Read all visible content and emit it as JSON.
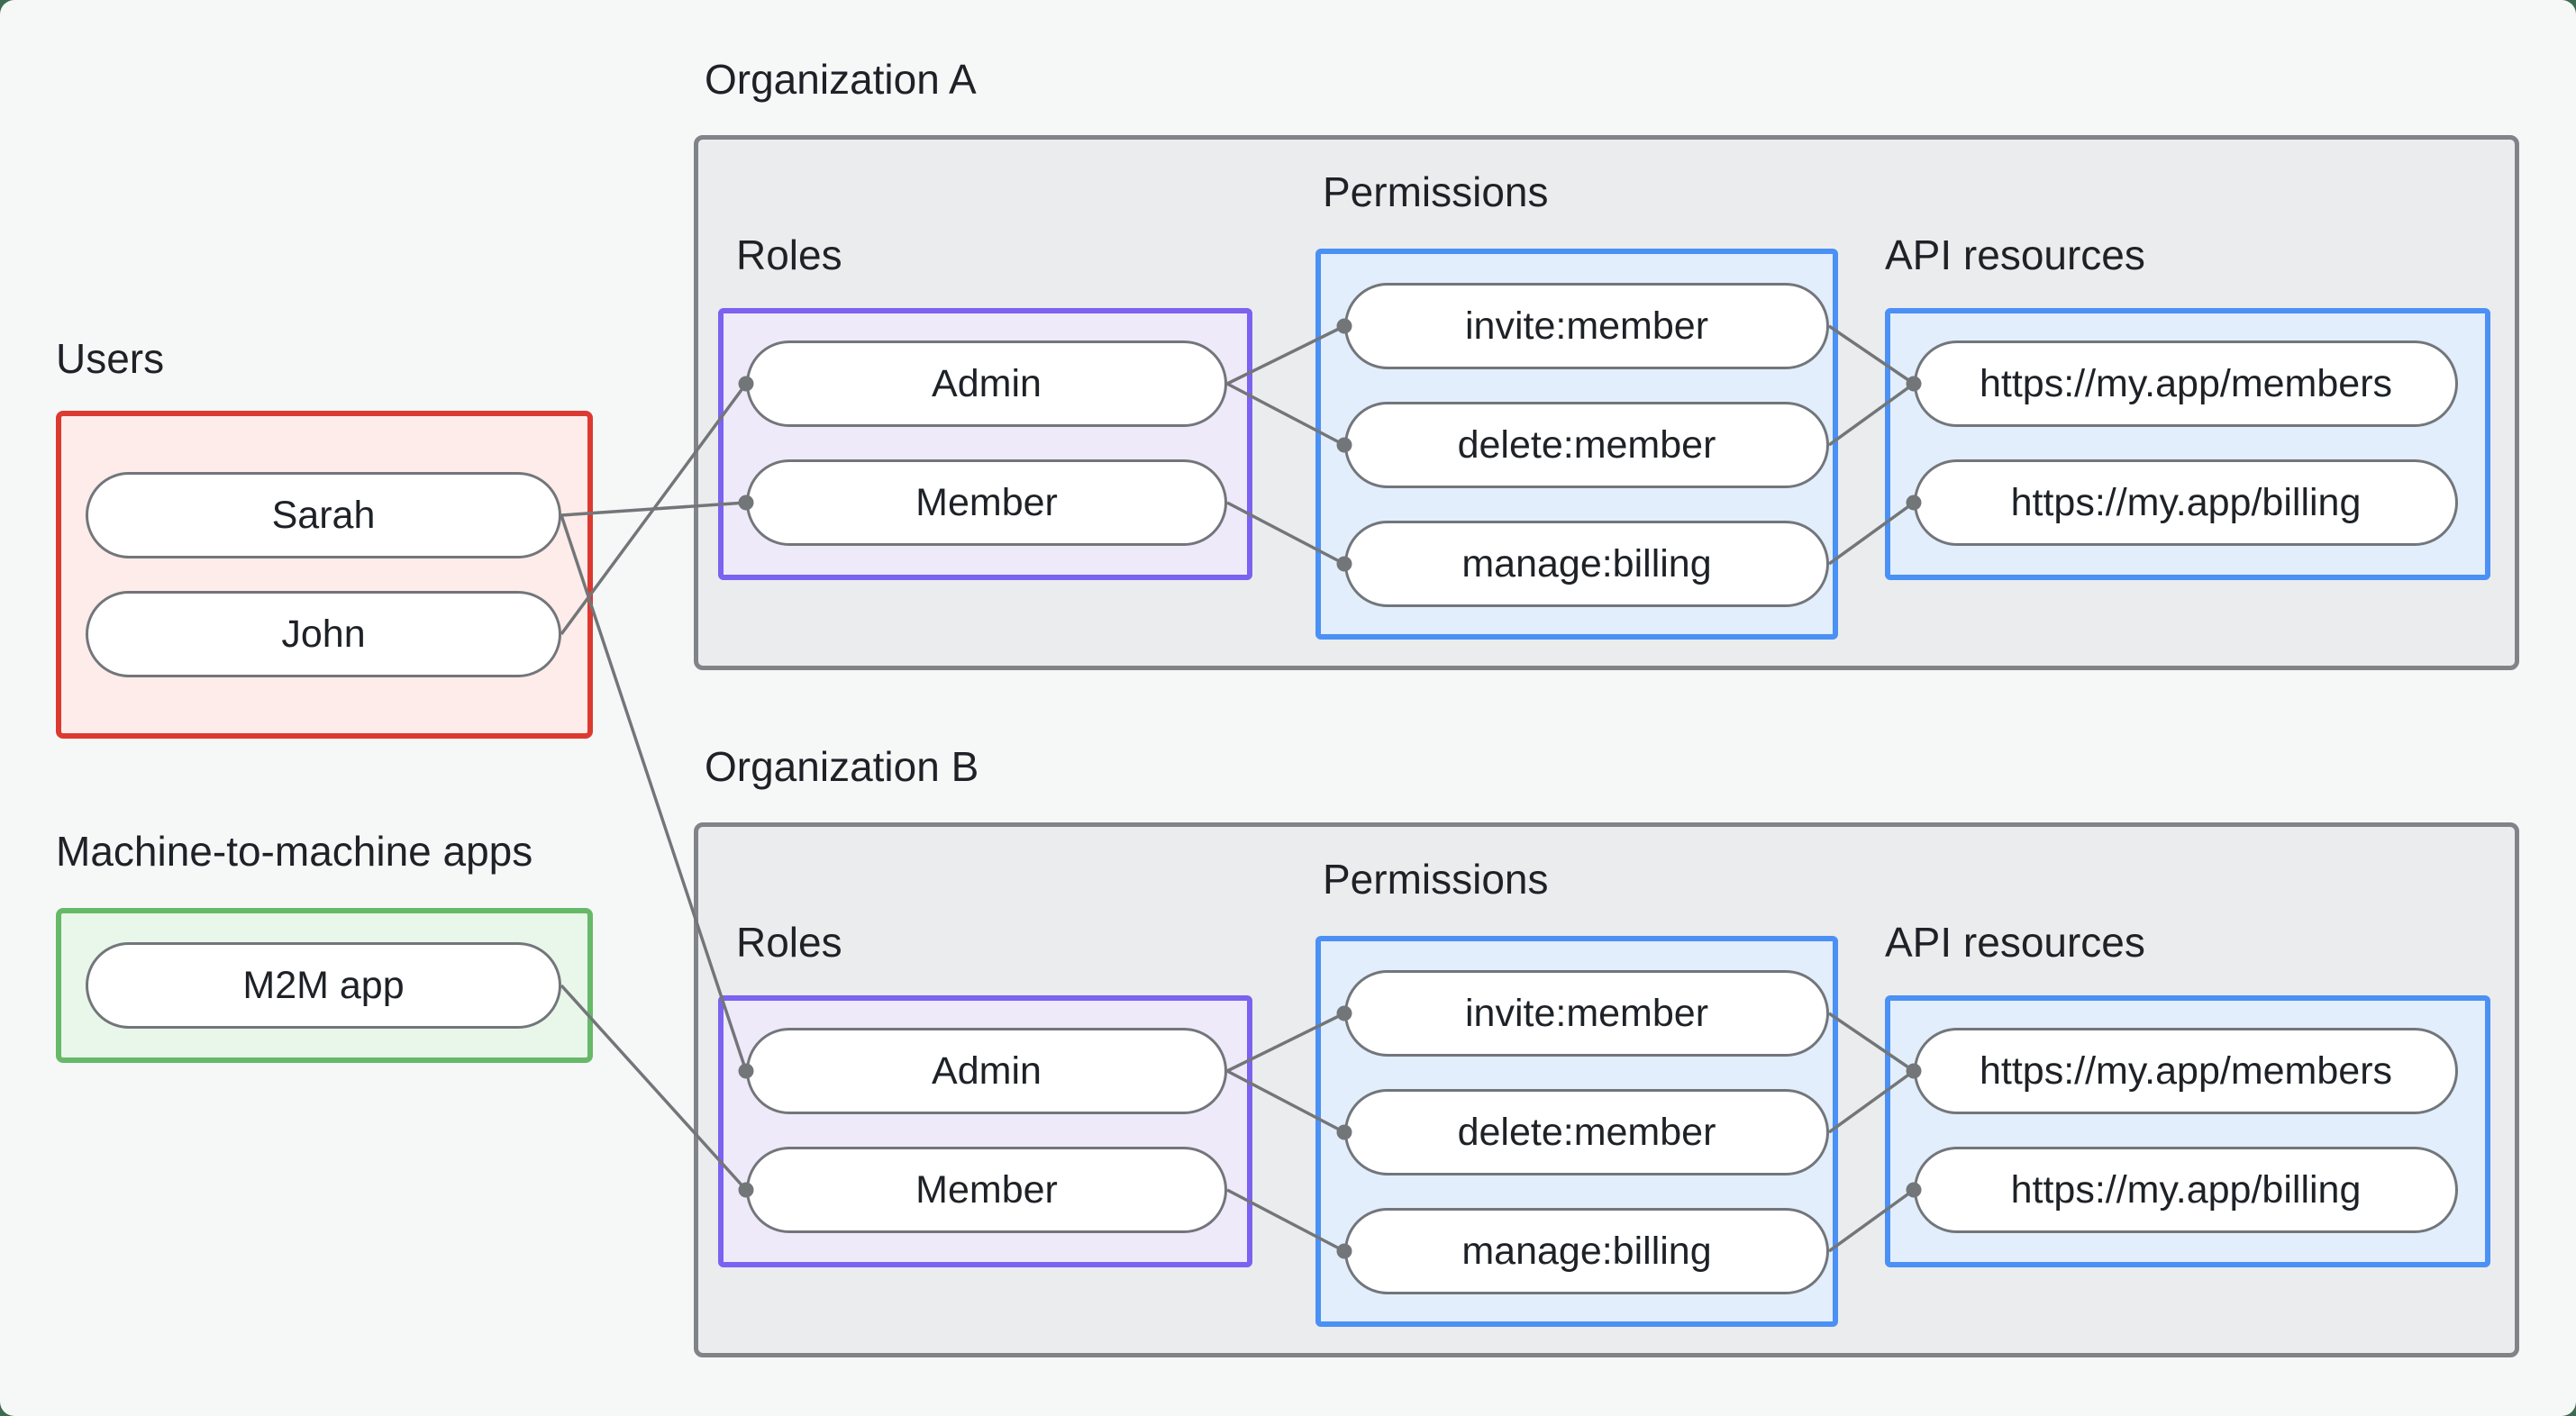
{
  "canvas": {
    "background": "#f6f8f8",
    "backdrop": "#3d6b4f"
  },
  "palette": {
    "users_border": "#dc3a30",
    "users_fill": "#fdece9",
    "m2m_border": "#66b968",
    "m2m_fill": "#e9f6ea",
    "roles_border": "#7c62f0",
    "roles_fill": "#efeafa",
    "blue_border": "#4b90f5",
    "blue_fill": "#e2eefb",
    "org_border": "#808488",
    "org_fill": "#ebeced",
    "connector": "#737679",
    "text": "#1e2227"
  },
  "users_section": {
    "label": "Users",
    "items": [
      {
        "id": "sarah",
        "label": "Sarah"
      },
      {
        "id": "john",
        "label": "John"
      }
    ]
  },
  "m2m_section": {
    "label": "Machine-to-machine apps",
    "items": [
      {
        "id": "m2m-app",
        "label": "M2M app"
      }
    ]
  },
  "organizations": [
    {
      "name": "Organization A",
      "roles": {
        "label": "Roles",
        "items": [
          {
            "id": "orgA-admin",
            "label": "Admin"
          },
          {
            "id": "orgA-member",
            "label": "Member"
          }
        ]
      },
      "permissions": {
        "label": "Permissions",
        "items": [
          {
            "id": "orgA-invite",
            "label": "invite:member"
          },
          {
            "id": "orgA-delete",
            "label": "delete:member"
          },
          {
            "id": "orgA-manage",
            "label": "manage:billing"
          }
        ]
      },
      "api_resources": {
        "label": "API resources",
        "items": [
          {
            "id": "orgA-members-api",
            "label": "https://my.app/members"
          },
          {
            "id": "orgA-billing-api",
            "label": "https://my.app/billing"
          }
        ]
      }
    },
    {
      "name": "Organization B",
      "roles": {
        "label": "Roles",
        "items": [
          {
            "id": "orgB-admin",
            "label": "Admin"
          },
          {
            "id": "orgB-member",
            "label": "Member"
          }
        ]
      },
      "permissions": {
        "label": "Permissions",
        "items": [
          {
            "id": "orgB-invite",
            "label": "invite:member"
          },
          {
            "id": "orgB-delete",
            "label": "delete:member"
          },
          {
            "id": "orgB-manage",
            "label": "manage:billing"
          }
        ]
      },
      "api_resources": {
        "label": "API resources",
        "items": [
          {
            "id": "orgB-members-api",
            "label": "https://my.app/members"
          },
          {
            "id": "orgB-billing-api",
            "label": "https://my.app/billing"
          }
        ]
      }
    }
  ],
  "connections": [
    {
      "from": "sarah",
      "to": "orgA-member"
    },
    {
      "from": "john",
      "to": "orgA-admin"
    },
    {
      "from": "sarah",
      "to": "orgB-admin"
    },
    {
      "from": "m2m-app",
      "to": "orgB-member"
    },
    {
      "from": "orgA-admin",
      "to": "orgA-invite"
    },
    {
      "from": "orgA-admin",
      "to": "orgA-delete"
    },
    {
      "from": "orgA-member",
      "to": "orgA-manage"
    },
    {
      "from": "orgA-invite",
      "to": "orgA-members-api"
    },
    {
      "from": "orgA-delete",
      "to": "orgA-members-api"
    },
    {
      "from": "orgA-manage",
      "to": "orgA-billing-api"
    },
    {
      "from": "orgB-admin",
      "to": "orgB-invite"
    },
    {
      "from": "orgB-admin",
      "to": "orgB-delete"
    },
    {
      "from": "orgB-member",
      "to": "orgB-manage"
    },
    {
      "from": "orgB-invite",
      "to": "orgB-members-api"
    },
    {
      "from": "orgB-delete",
      "to": "orgB-members-api"
    },
    {
      "from": "orgB-manage",
      "to": "orgB-billing-api"
    }
  ]
}
